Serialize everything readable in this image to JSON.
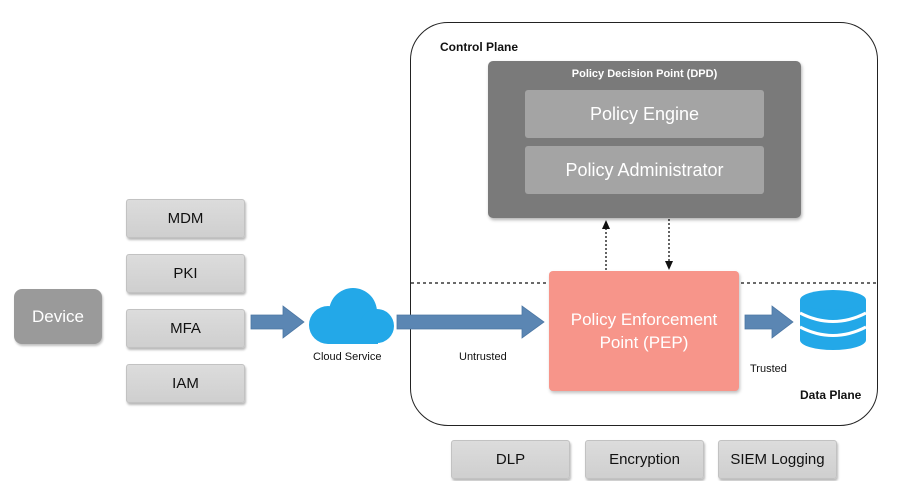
{
  "control_plane": {
    "label": "Control Plane"
  },
  "data_plane": {
    "label": "Data Plane"
  },
  "pdp": {
    "label": "Policy Decision Point (DPD)",
    "engine": "Policy Engine",
    "administrator": "Policy Administrator"
  },
  "pep": {
    "line1": "Policy Enforcement",
    "line2": "Point (PEP)"
  },
  "device": {
    "label": "Device"
  },
  "identity_services": [
    "MDM",
    "PKI",
    "MFA",
    "IAM"
  ],
  "cloud": {
    "label": "Cloud Service",
    "icon": "cloud-icon",
    "color": "#23a8e8"
  },
  "database": {
    "icon": "database-icon",
    "color": "#23a8e8"
  },
  "edges": {
    "untrusted": "Untrusted",
    "trusted": "Trusted"
  },
  "bottom_services": [
    "DLP",
    "Encryption",
    "SIEM Logging"
  ],
  "colors": {
    "pep": "#f7958a",
    "pdp": "#7a7a7a",
    "arrow": "#5b86b3"
  }
}
